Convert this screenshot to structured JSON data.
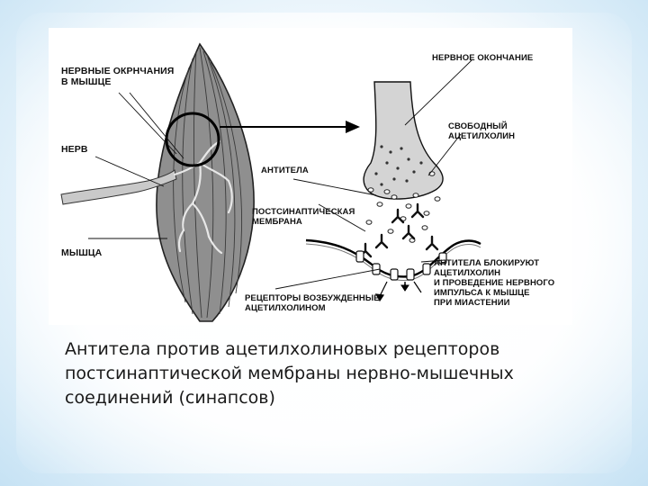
{
  "figure": {
    "labels": {
      "nerve_endings_in_muscle": "НЕРВНЫЕ ОКРНЧАНИЯ\nВ МЫШЦЕ",
      "nerve": "НЕРВ",
      "muscle": "МЫШЦА",
      "nerve_ending": "НЕРВНОЕ ОКОНЧАНИЕ",
      "free_acetylcholine": "СВОБОДНЫЙ\nАЦЕТИЛХОЛИН",
      "antibodies": "АНТИТЕЛА",
      "postsynaptic_membrane": "ПОСТСИНАПТИЧЕСКАЯ\nМЕМБРАНА",
      "antibodies_block": "АНТИТЕЛА БЛОКИРУЮТ\nАЦЕТИЛХОЛИН\nИ ПРОВЕДЕНИЕ НЕРВНОГО\nИМПУЛЬСА К МЫШЦЕ\nПРИ МИАСТЕНИИ",
      "receptors_excited": "РЕЦЕПТОРЫ ВОЗБУЖДЕННЫЕ\nАЦЕТИЛХОЛИНОМ"
    }
  },
  "caption": "Антитела против ацетилхолиновых рецепторов постсинаптической мембраны нервно-мышечных соединений (синапсов)"
}
